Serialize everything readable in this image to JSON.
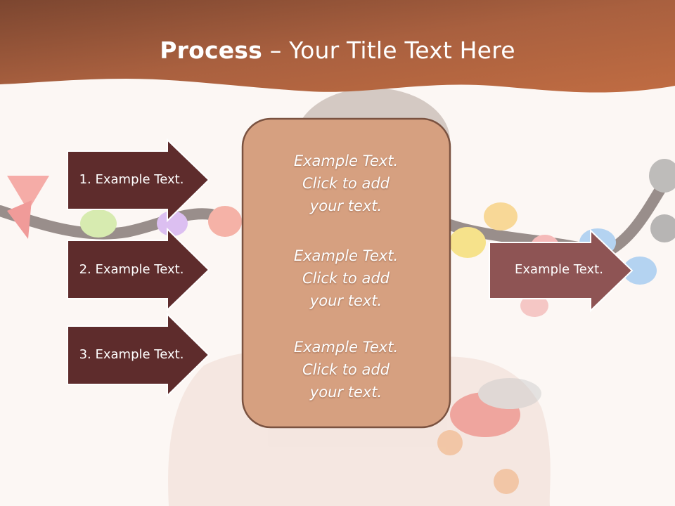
{
  "title": {
    "bold": "Process",
    "dash": " – ",
    "rest": "Your Title Text Here"
  },
  "left_steps": [
    {
      "label": "1. Example Text."
    },
    {
      "label": "2. Example Text."
    },
    {
      "label": "3. Example Text."
    }
  ],
  "center_blocks": [
    {
      "line1": "Example Text.",
      "line2": "Click  to add",
      "line3": "your text."
    },
    {
      "line1": "Example Text.",
      "line2": "Click  to add",
      "line3": "your text."
    },
    {
      "line1": "Example Text.",
      "line2": "Click  to add",
      "line3": "your text."
    }
  ],
  "right_step": {
    "label": "Example Text."
  },
  "colors": {
    "header_brown": "#a9603f",
    "left_arrow_fill": "#5e2c2c",
    "right_arrow_fill": "#8e5454",
    "center_box_fill": "#d6a080",
    "center_box_stroke": "#7a5240",
    "background": "#fcf7f4"
  }
}
